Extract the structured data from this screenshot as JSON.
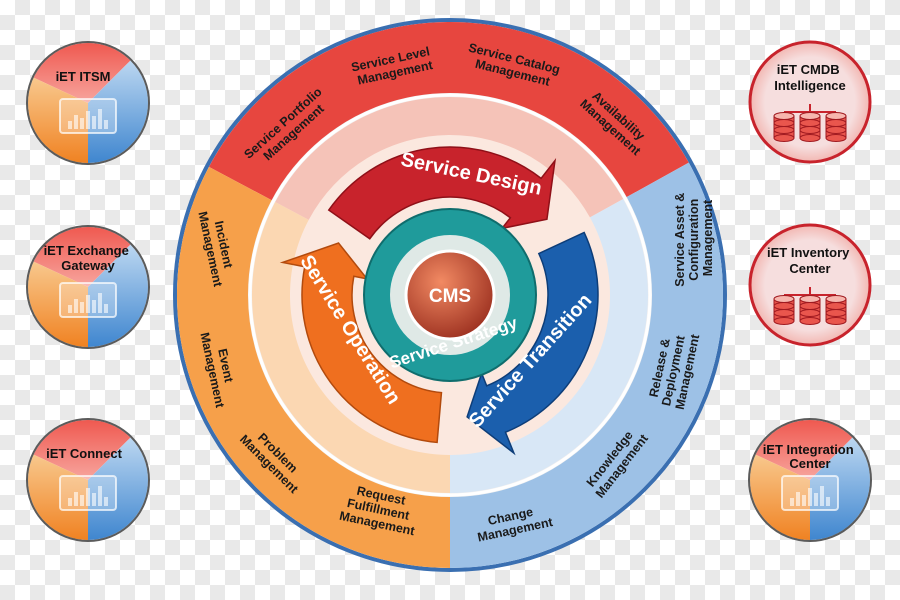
{
  "colors": {
    "red": "#c8232c",
    "orange": "#ef6f1f",
    "blue": "#1b5fad",
    "teal": "#1f9b9b",
    "light_red": "#f6b3ab",
    "light_orange": "#fcd1a2",
    "light_blue": "#c8dff3"
  },
  "center": {
    "label": "CMS"
  },
  "strategy": {
    "label": "Service Strategy"
  },
  "arrows": {
    "design": "Service Design",
    "transition": "Service Transition",
    "operation": "Service Operation"
  },
  "ring_labels": {
    "portfolio": [
      "Service Portfolio",
      "Management"
    ],
    "level": [
      "Service Level",
      "Management"
    ],
    "catalog": [
      "Service Catalog",
      "Management"
    ],
    "availability": [
      "Availability",
      "Management"
    ],
    "asset": [
      "Service Asset &",
      "Configuration",
      "Management"
    ],
    "release": [
      "Release &",
      "Deployment",
      "Management"
    ],
    "knowledge": [
      "Knowledge",
      "Management"
    ],
    "change": [
      "Change",
      "Management"
    ],
    "request": [
      "Request",
      "Fulfillment",
      "Management"
    ],
    "problem": [
      "Problem",
      "Management"
    ],
    "event": [
      "Event",
      "Management"
    ],
    "incident": [
      "Incident",
      "Management"
    ]
  },
  "badges": {
    "itsm": {
      "title": [
        "iET ITSM"
      ],
      "icon": "chart-icon"
    },
    "exchange": {
      "title": [
        "iET Exchange",
        "Gateway"
      ],
      "icon": "chart-icon"
    },
    "connect": {
      "title": [
        "iET Connect"
      ],
      "icon": "chart-icon"
    },
    "cmdb": {
      "title": [
        "iET CMDB",
        "Intelligence"
      ],
      "icon": "database-icon"
    },
    "inventory": {
      "title": [
        "iET Inventory",
        "Center"
      ],
      "icon": "database-icon"
    },
    "integration": {
      "title": [
        "iET Integration",
        "Center"
      ],
      "icon": "chart-icon"
    }
  }
}
